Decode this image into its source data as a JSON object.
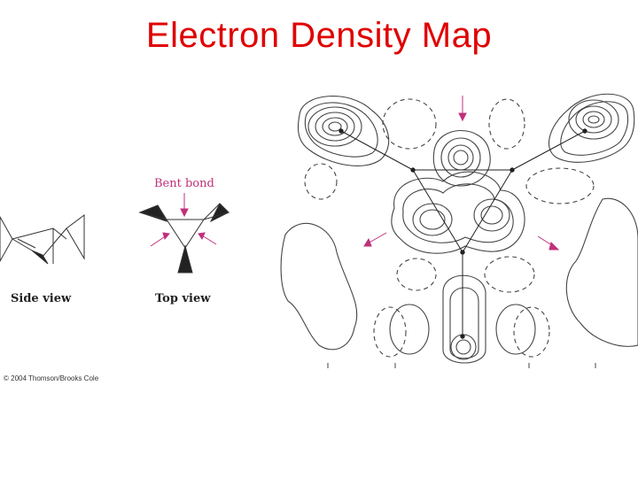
{
  "title": "Electron Density Map",
  "bent_bond_label": "Bent bond",
  "side_view_label": "Side view",
  "top_view_label": "Top view",
  "copyright": "© 2004 Thomson/Brooks Cole",
  "colors": {
    "title": "#e00000",
    "arrow": "#c0307a",
    "line": "#333333"
  }
}
